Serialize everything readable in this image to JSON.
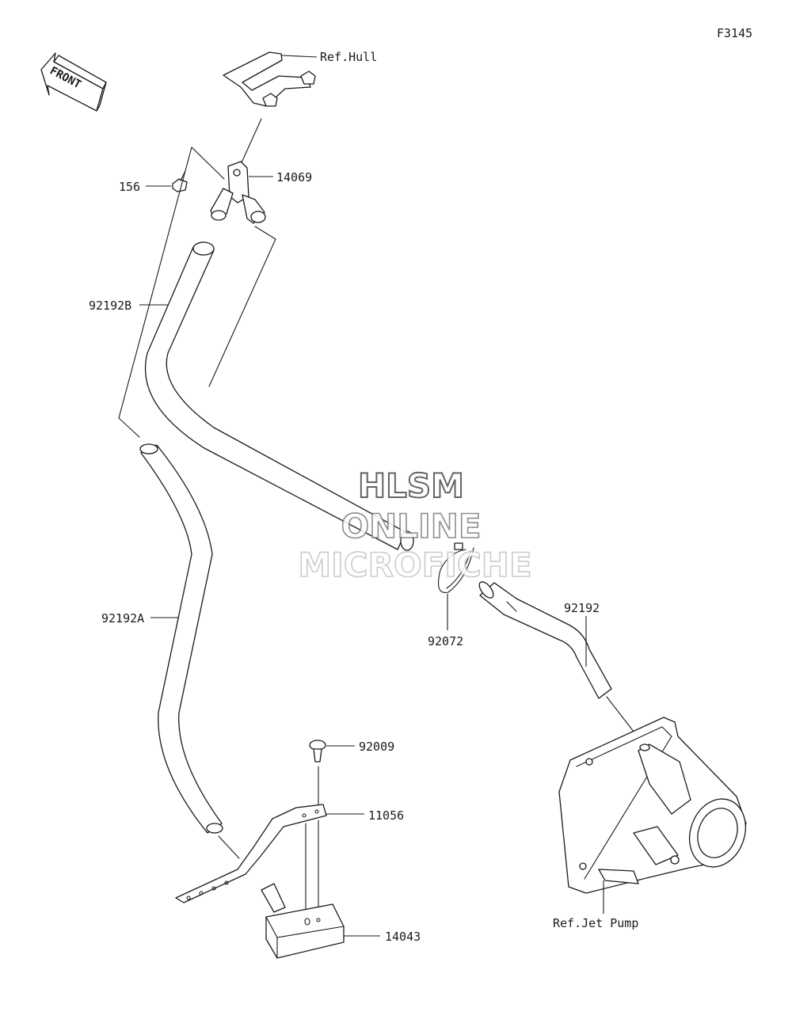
{
  "figure_id": "F3145",
  "front_arrow": {
    "label": "FRONT",
    "icon": "front-arrow-icon"
  },
  "watermark": {
    "line1": "HLSM",
    "line2": "ONLINE",
    "line3": "MICROFICHE"
  },
  "labels": {
    "ref_hull": "Ref.Hull",
    "p14069": "14069",
    "p156": "156",
    "p92192B": "92192B",
    "p92192A": "92192A",
    "p92072": "92072",
    "p92192": "92192",
    "p92009": "92009",
    "p11056": "11056",
    "p14043": "14043",
    "ref_jet_pump": "Ref.Jet Pump"
  },
  "colors": {
    "line": "#1a1a1a",
    "watermark": "#9a9a9a",
    "background": "#ffffff"
  }
}
